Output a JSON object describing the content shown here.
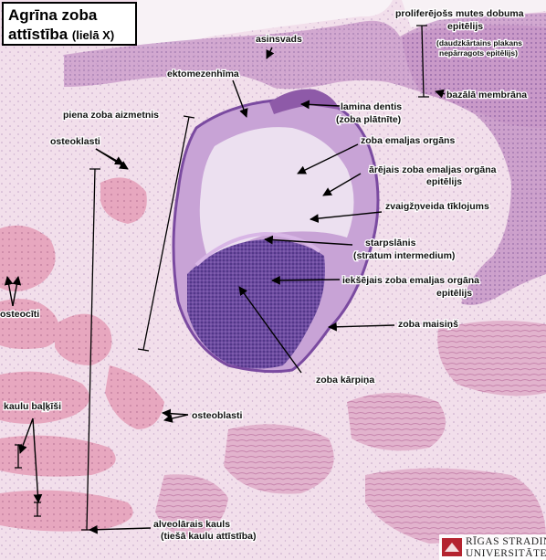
{
  "title": {
    "line1": "Agrīna zoba",
    "line2": "attīstība",
    "magnification": "(lielā X)"
  },
  "labels": {
    "asinsvads": "asinsvads",
    "prolif_1": "proliferējošs mutes dobuma",
    "prolif_2": "epitēlijs",
    "prolif_3": "(daudzkārtains plakans",
    "prolif_4": "nepārragots epitēlijs)",
    "ektomezenhima": "ektomezenhīma",
    "lamina_1": "lamina dentis",
    "lamina_2": "(zoba plātnīte)",
    "bazala": "bazālā membrāna",
    "piena": "piena zoba aizmetnis",
    "osteoklasti": "osteoklasti",
    "emaljas_organs": "zoba emaljas orgāns",
    "arejais_1": "ārējais zoba emaljas orgāna",
    "arejais_2": "epitēlijs",
    "zvaigz": "zvaigžņveida tīklojums",
    "starp_1": "starpslānis",
    "starp_2": "(stratum intermedium)",
    "ieks_1": "iekšējais zoba emaljas orgāna",
    "ieks_2": "epitēlijs",
    "osteociti": "osteocīti",
    "maisins": "zoba maisiņš",
    "karpina": "zoba kārpiņa",
    "kaulu_balk": "kaulu baļķīši",
    "osteoblasti": "osteoblasti",
    "alv_1": "alveolārais kauls",
    "alv_2": "(tiešā kaulu attīstība)"
  },
  "logo": {
    "line1": "RĪGAS STRADIŅA",
    "line2": "UNIVERSITĀTE"
  },
  "colors": {
    "background_tissue": "#f3e4ee",
    "epithelium": "#c98fc6",
    "dental_papilla": "#6a4a9e",
    "bone": "#e8a9bf",
    "arrow": "#000000",
    "logo_red": "#b4232f"
  }
}
